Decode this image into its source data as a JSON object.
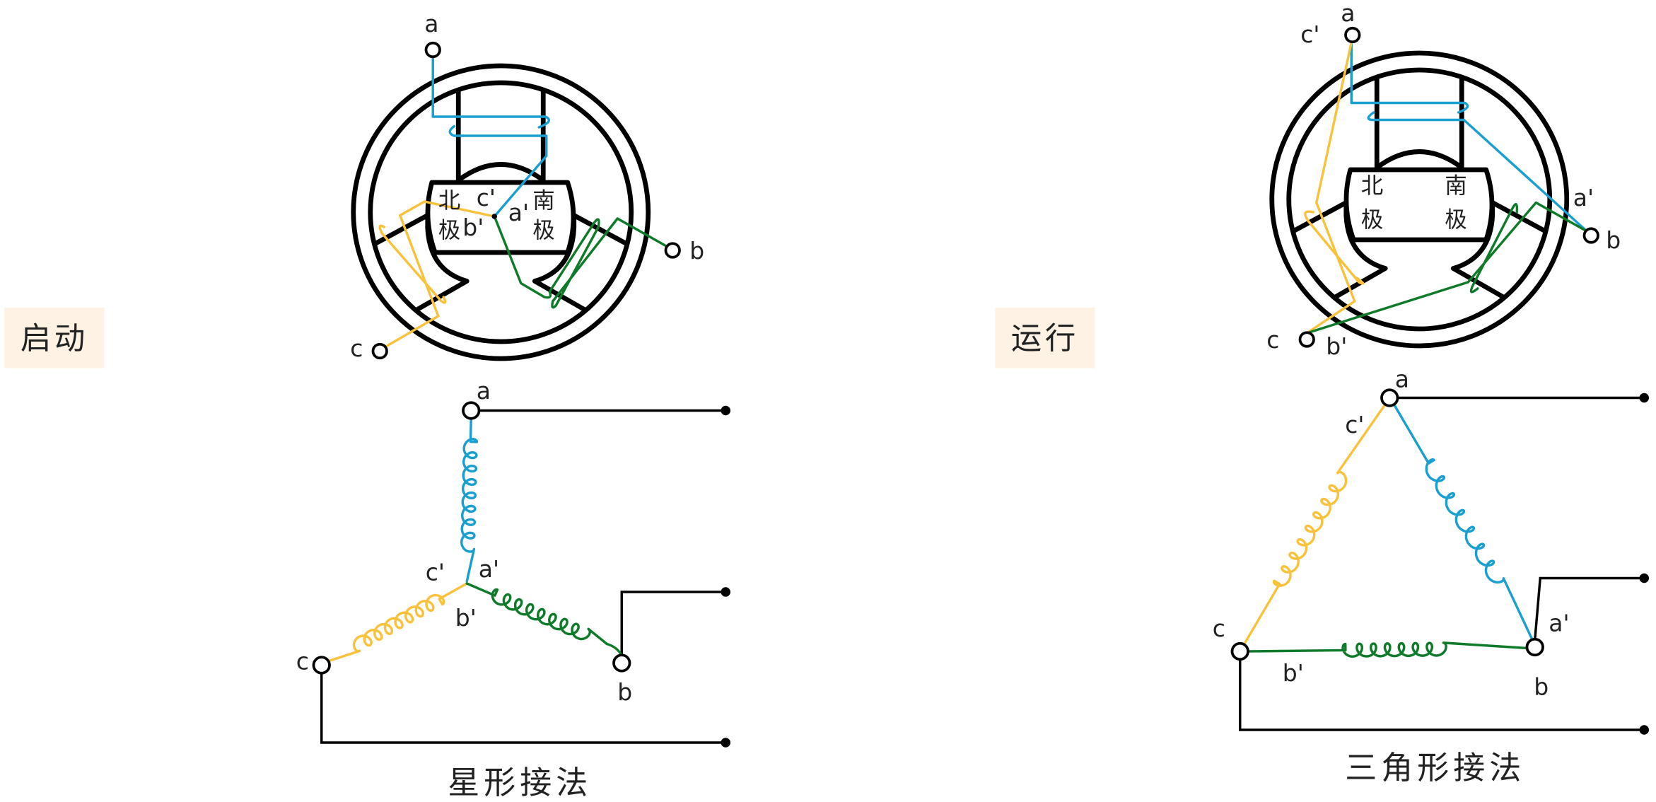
{
  "colors": {
    "phase_a": "#1a9fd0",
    "phase_b": "#0f7a2a",
    "phase_c": "#f9c23c",
    "label_bg": "#fdf2e3"
  },
  "start_panel": {
    "label": "启动",
    "motor": {
      "north_1": "北",
      "north_2": "极",
      "south_1": "南",
      "south_2": "极",
      "a": "a",
      "b": "b",
      "c": "c",
      "a_prime": "a'",
      "b_prime": "b'",
      "c_prime": "c'"
    },
    "star": {
      "a": "a",
      "b": "b",
      "c": "c",
      "a_prime": "a'",
      "b_prime": "b'",
      "c_prime": "c'",
      "title": "星形接法"
    }
  },
  "run_panel": {
    "label": "运行",
    "motor": {
      "north_1": "北",
      "north_2": "极",
      "south_1": "南",
      "south_2": "极",
      "a": "a",
      "b": "b",
      "c": "c",
      "a_prime": "a'",
      "b_prime": "b'",
      "c_prime": "c'"
    },
    "delta": {
      "a": "a",
      "b": "b",
      "c": "c",
      "a_prime": "a'",
      "b_prime": "b'",
      "c_prime": "c'",
      "title": "三角形接法"
    }
  }
}
